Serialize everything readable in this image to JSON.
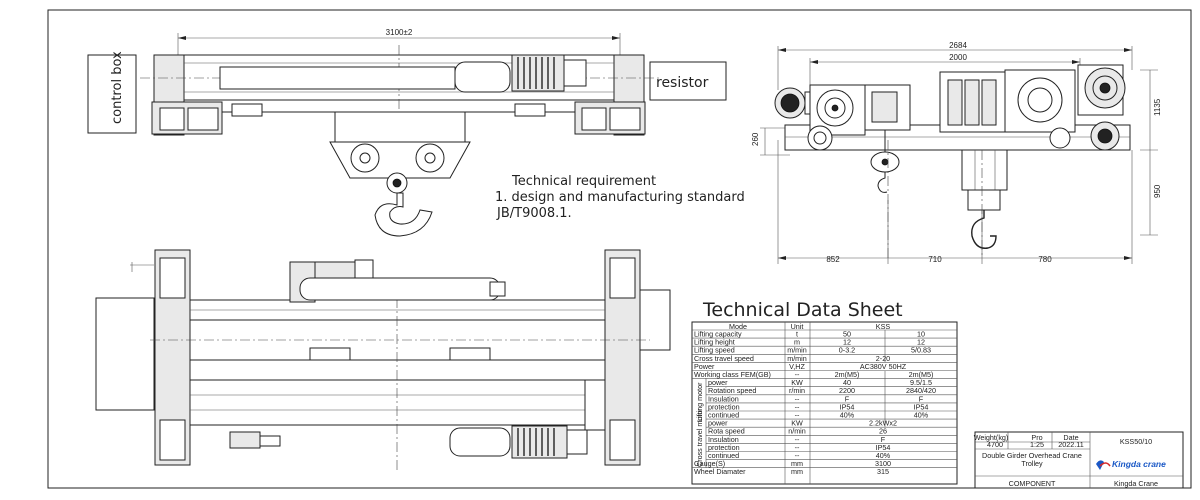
{
  "top_view": {
    "dim_width": "3100±2",
    "label_left": "control box",
    "label_right": "resistor"
  },
  "requirement": {
    "title": "Technical requirement",
    "line1": "1. design and manufacturing standard",
    "line2": "JB/T9008.1."
  },
  "side_view": {
    "dim_total": "2684",
    "dim_inner": "2000",
    "dim_height": "1135",
    "dim_left": "260",
    "dim_hook": "950",
    "dim_b1": "852",
    "dim_b2": "710",
    "dim_b3": "780"
  },
  "sheet": {
    "title": "Technical Data Sheet",
    "head": {
      "mode": "Mode",
      "unit": "Unit",
      "model": "KSS"
    },
    "rows": [
      {
        "label": "Lifting capacity",
        "unit": "t",
        "v1": "50",
        "v2": "10"
      },
      {
        "label": "Lifting height",
        "unit": "m",
        "v1": "12",
        "v2": "12"
      },
      {
        "label": "Lifting speed",
        "unit": "m/min",
        "v1": "0-3.2",
        "v2": "5/0.83"
      },
      {
        "label": "Cross travel speed",
        "unit": "m/min",
        "v": "2-20"
      },
      {
        "label": "Power",
        "unit": "V,HZ",
        "v": "AC380V   50HZ"
      },
      {
        "label": "Working class FEM(GB)",
        "unit": "--",
        "v1": "2m(M5)",
        "v2": "2m(M5)"
      }
    ],
    "lifting_group": "Lifting motor",
    "lifting_rows": [
      {
        "label": "power",
        "unit": "KW",
        "v1": "40",
        "v2": "9.5/1.5"
      },
      {
        "label": "Rotation speed",
        "unit": "r/min",
        "v1": "2200",
        "v2": "2840/420"
      },
      {
        "label": "Insulation",
        "unit": "--",
        "v1": "F",
        "v2": "F"
      },
      {
        "label": "protection",
        "unit": "--",
        "v1": "IP54",
        "v2": "IP54"
      },
      {
        "label": "continued",
        "unit": "--",
        "v1": "40%",
        "v2": "40%"
      }
    ],
    "cross_group": "Cross travel motor",
    "cross_rows": [
      {
        "label": "power",
        "unit": "KW",
        "v": "2.2kWx2"
      },
      {
        "label": "Rota speed",
        "unit": "n/min",
        "v": "26"
      },
      {
        "label": "Insulation",
        "unit": "--",
        "v": "F"
      },
      {
        "label": "protection",
        "unit": "--",
        "v": "IP54"
      },
      {
        "label": "continued",
        "unit": "--",
        "v": "40%"
      }
    ],
    "tail_rows": [
      {
        "label": "Gauge(S)",
        "unit": "mm",
        "v": "3100"
      },
      {
        "label": "Wheel Diamater",
        "unit": "mm",
        "v": "315"
      }
    ]
  },
  "title_block": {
    "weight_label": "Weight(kg)",
    "pro_label": "Pro",
    "date_label": "Date",
    "weight": "4700",
    "pro": "1:25",
    "date": "2022.11",
    "name_line1": "Double Girder Overhead Crane",
    "name_line2": "Trolley",
    "component": "COMPONENT",
    "drawing_no": "KSS50/10",
    "logo_text": "Kingda crane",
    "company": "Kingda Crane"
  }
}
